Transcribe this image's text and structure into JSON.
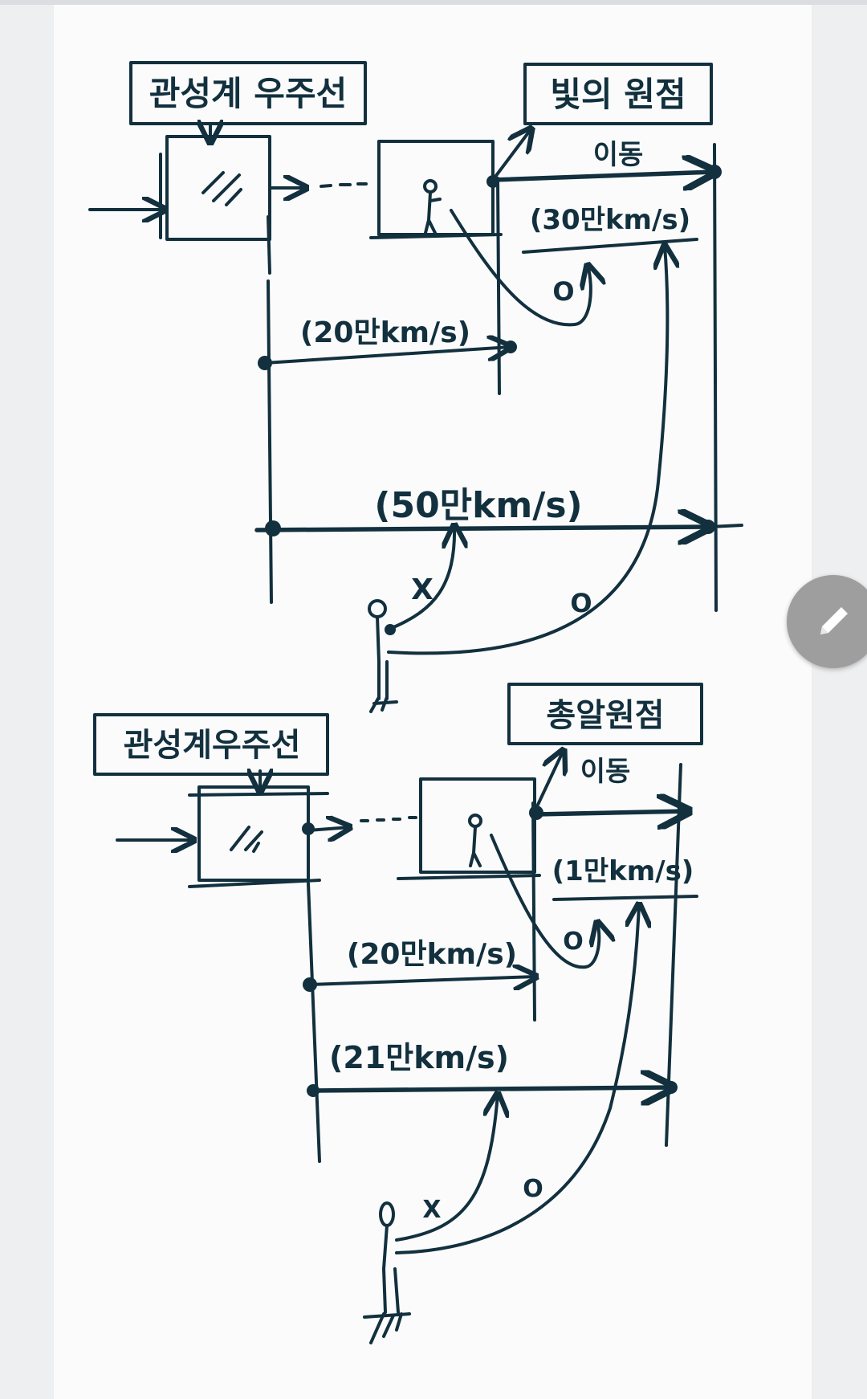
{
  "diagram_top": {
    "inertial_frame_label": "관성계 우주선",
    "light_origin_label": "빛의 원점",
    "move_label": "이동",
    "speed_ship": "(20만km/s)",
    "speed_light_relative": "(30만km/s)",
    "speed_total": "(50만km/s)",
    "mark_correct_1": "O",
    "mark_wrong": "X",
    "mark_correct_2": "O"
  },
  "diagram_bottom": {
    "inertial_frame_label": "관성계우주선",
    "bullet_origin_label": "총알원점",
    "move_label": "이동",
    "speed_ship": "(20만km/s)",
    "speed_bullet_relative": "(1만km/s)",
    "speed_total": "(21만km/s)",
    "mark_correct_1": "O",
    "mark_wrong": "X",
    "mark_correct_2": "O"
  },
  "fab": {
    "icon": "pencil-icon"
  },
  "colors": {
    "ink": "#12303e",
    "paper": "#fbfbfb",
    "fab": "#9e9e9e"
  }
}
